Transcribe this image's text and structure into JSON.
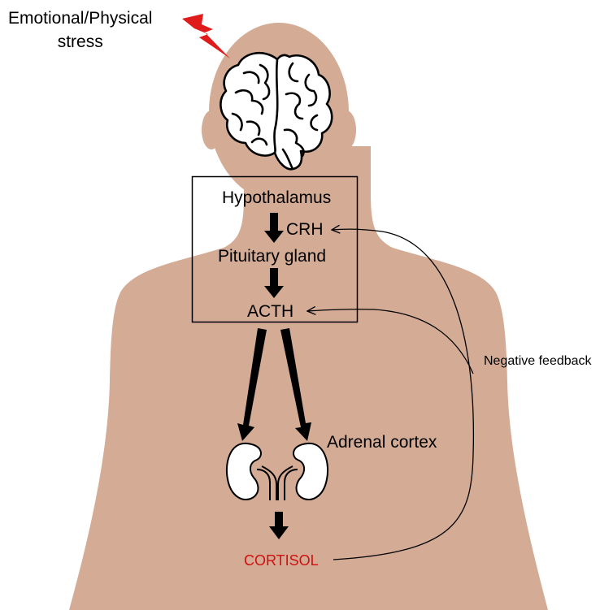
{
  "stress": {
    "line1": "Emotional/Physical",
    "line2": "stress"
  },
  "labels": {
    "hypothalamus": "Hypothalamus",
    "crh": "CRH",
    "pituitary": "Pituitary gland",
    "acth": "ACTH",
    "adrenal": "Adrenal cortex",
    "cortisol": "CORTISOL",
    "feedback": "Negative feedback"
  },
  "colors": {
    "skin": "#d4ab95",
    "lightning": "#e01b1b",
    "cortisol_text": "#d01010",
    "ink": "#000000"
  },
  "icons": [
    "lightning-icon",
    "brain-icon",
    "kidney-icon",
    "arrow-icon"
  ]
}
